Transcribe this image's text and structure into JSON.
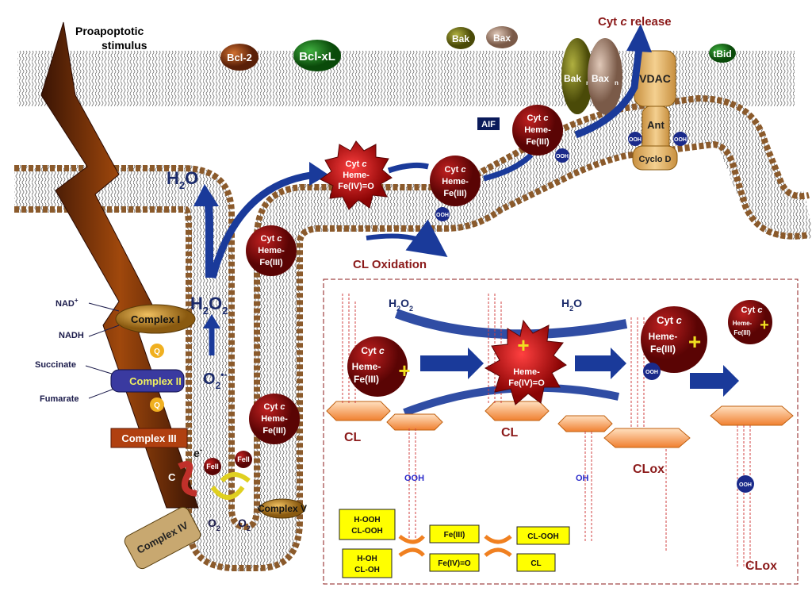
{
  "stimulus": {
    "line1": "Proapoptotic",
    "line2": "stimulus"
  },
  "outer_membrane": {
    "bcl2": "Bcl-2",
    "bclxl": "Bcl-xL",
    "bak": "Bak",
    "bax": "Bax",
    "bakn": "Bak",
    "bakn_sub": "n",
    "baxn": "Bax",
    "baxn_sub": "n",
    "vdac": "VDAC",
    "ant": "Ant",
    "cyclo_d": "Cyclo D",
    "tbid": "tBid",
    "release_pre": "Cyt ",
    "release_c": "c",
    "release_post": " release",
    "aif": "AIF"
  },
  "etc": {
    "nad": "NAD",
    "nad_sup": "+",
    "nadh": "NADH",
    "succinate": "Succinate",
    "fumarate": "Fumarate",
    "complex1": "Complex I",
    "complex2": "Complex II",
    "complex3": "Complex III",
    "complex4": "Complex IV",
    "complex5": "Complex V",
    "q": "Q",
    "c": "C",
    "e_minus": "e",
    "e_sup": "-",
    "fe2": "FeII",
    "o2": "O",
    "o2_sub": "2",
    "o2_rad": "•-"
  },
  "ros": {
    "h2o_label": "H",
    "h2o_sub": "2",
    "h2o_tail": "O",
    "h2o2_label": "H",
    "h2o2_sub1": "2",
    "h2o2_mid": "O",
    "h2o2_sub2": "2",
    "superoxide": "O",
    "superoxide_sub": "2",
    "superoxide_sup": "•-",
    "cl_oxidation": "CL Oxidation"
  },
  "cytc": {
    "cyt": "Cyt ",
    "c": "c",
    "heme": "Heme-",
    "fe3": "Fe(III)",
    "fe4": "Fe(IV)=O",
    "ooh": "OOH",
    "oh": "OH"
  },
  "inset": {
    "h2o2": "H",
    "h2o2_sub1": "2",
    "h2o2_o": "O",
    "h2o2_sub2": "2",
    "h2o": "H",
    "h2o_sub": "2",
    "h2o_o": "O",
    "plus": "+",
    "cl1": "CL",
    "cl2": "CL",
    "clox1": "CLox",
    "clox2": "CLox",
    "ooh": "OOH",
    "oh": "OH",
    "box_hooh": "H-OOH",
    "box_clooh": "CL-OOH",
    "box_hoh": "H-OH",
    "box_cloh": "CL-OH",
    "box_fe3": "Fe(III)",
    "box_fe4": "Fe(IV)=O",
    "box_clooh2": "CL-OOH",
    "box_cl": "CL"
  },
  "colors": {
    "arrow_blue": "#1a3a9a",
    "cytc_red": "#8b0e0e",
    "label_red": "#8b1a1a",
    "yellow_box": "#ffff00",
    "membrane_head": "#8b5a2b",
    "bcl_xl_green": "#1a6a1a",
    "bak_olive": "#7a7a1a"
  }
}
